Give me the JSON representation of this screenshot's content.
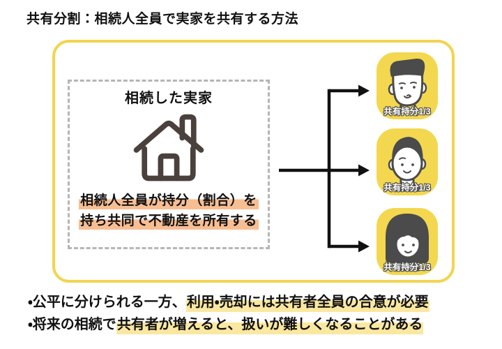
{
  "title": "共有分割：相続人全員で実家を共有する方法",
  "diagram": {
    "source_box": {
      "label": "相続した実家",
      "caption": {
        "line1": "相続人全員が持分（割合）を",
        "line2": "持ち共同で不動産を所有する"
      }
    },
    "heirs": [
      {
        "person": "man",
        "share_label": "共有持分1/3"
      },
      {
        "person": "woman",
        "share_label": "共有持分1/3"
      },
      {
        "person": "girl",
        "share_label": "共有持分1/3"
      }
    ]
  },
  "notes": [
    {
      "prefix": "・公平に分けられる一方、",
      "highlight": "利用・売却には共有者全員の合意が必要"
    },
    {
      "prefix": "・将来の相続で",
      "highlight": "共有者が増えると、扱いが難しくなることがある"
    }
  ],
  "colors": {
    "frame_border": "#F2D44F",
    "avatar_background": "#F3D74F",
    "caption_highlight": "#F7BE92",
    "note_highlight": "#FBE8A0",
    "house_icon_stroke": "#4A403C",
    "figure_dark": "#4B4B4B",
    "dashed_border": "#B5B5B5",
    "text": "#111111"
  }
}
